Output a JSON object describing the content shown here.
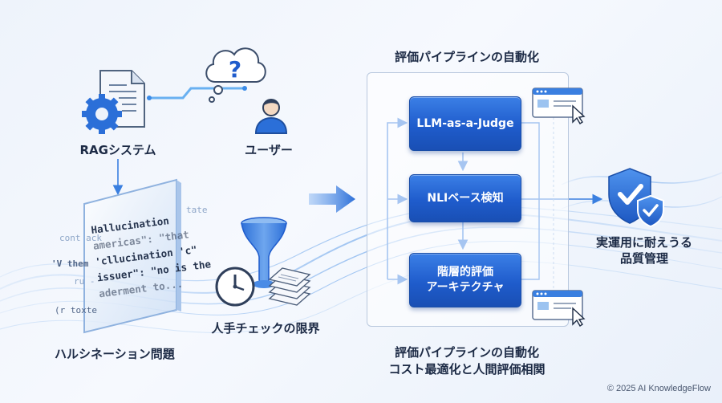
{
  "rag": {
    "label": "RAGシステム"
  },
  "user": {
    "label": "ユーザー"
  },
  "hallucination": {
    "label": "ハルシネーション問題",
    "panel_lines": [
      "Hallucination",
      "americas\": \"that",
      "'cllucination 'c\"",
      "issuer\": \"no is the",
      "aderment to..."
    ],
    "ghost_lines": [
      "cont ack",
      "'V them",
      "ru -",
      "(r toxte",
      "tate"
    ]
  },
  "manual_check": {
    "label": "人手チェックの限界"
  },
  "pipeline": {
    "title": "評価パイプラインの自動化",
    "nodes": [
      {
        "label": "LLM-as-a-Judge"
      },
      {
        "label": "NLIベース検知"
      },
      {
        "label_line1": "階層的評価",
        "label_line2": "アーキテクチャ"
      }
    ],
    "caption_line1": "評価パイプラインの自動化",
    "caption_line2": "コスト最適化と人間評価相関"
  },
  "outcome": {
    "line1": "実運用に耐えうる",
    "line2": "品質管理"
  },
  "footer": {
    "copyright": "© 2025 AI KnowledgeFlow"
  },
  "colors": {
    "accent": "#1f5ccc",
    "accent_light": "#3b7fe6",
    "line": "#4a8fe8",
    "frame": "#b9c8de"
  },
  "icons": [
    "document-gear-icon",
    "thought-bubble-question-icon",
    "user-icon",
    "funnel-icon",
    "clock-icon",
    "paper-stack-icon",
    "shield-check-icon",
    "window-cursor-icon"
  ]
}
